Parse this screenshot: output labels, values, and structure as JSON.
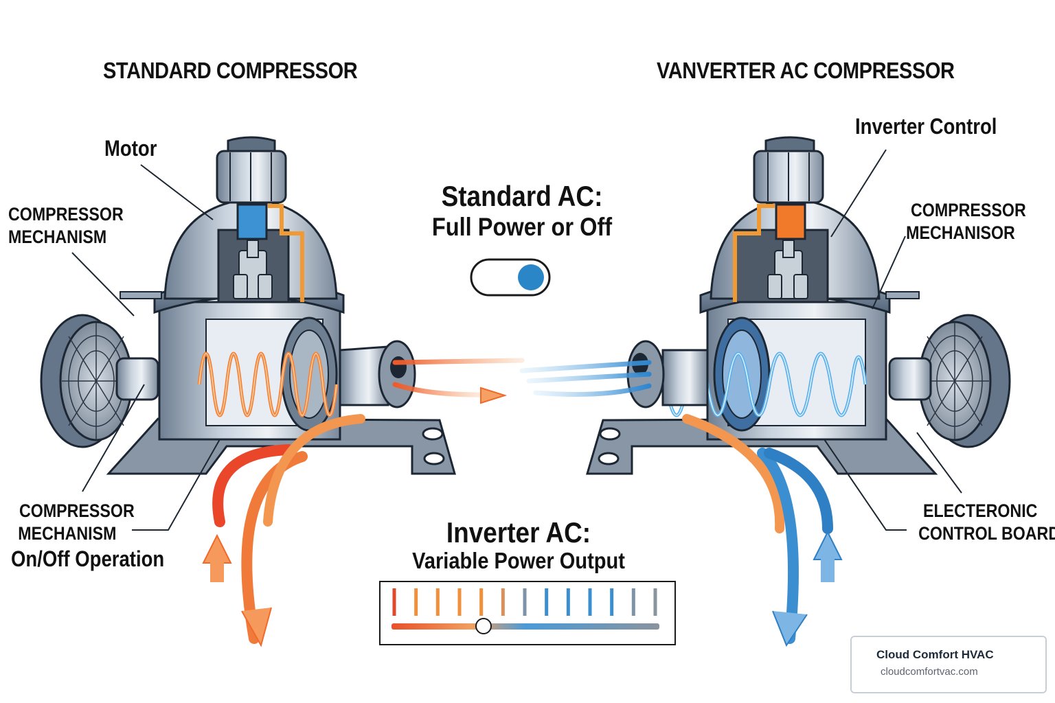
{
  "left_unit": {
    "title": "STANDARD COMPRESSOR",
    "label_motor": "Motor",
    "label_mechanism_top": [
      "COMPRESSOR",
      "MECHANISM"
    ],
    "label_mechanism_bottom": [
      "COMPRESSOR",
      "MECHANISM"
    ],
    "label_operation": "On/Off Operation",
    "flow_color": "#f26a2a"
  },
  "right_unit": {
    "title": "VANVERTER AC COMPRESSOR",
    "label_control": "Inverter Control",
    "label_mechanism": [
      "COMPRESSOR",
      "MECHANISOR"
    ],
    "label_board": [
      "ELECTERONIC",
      "CONTROL BOARD"
    ],
    "flow_color": "#3b8fd0"
  },
  "standard_panel": {
    "title": "Standard AC:",
    "subtitle": "Full Power or Off",
    "toggle_state": "on",
    "toggle_color": "#2b86c8"
  },
  "inverter_panel": {
    "title": "Inverter AC:",
    "subtitle": "Variable Power Output",
    "tick_count": 13,
    "slider_level": 0.3
  },
  "brand": {
    "name": "Cloud Comfort HVAC",
    "url": "cloudcomfortvac.com",
    "logo_icon": "cloud-logo-icon"
  }
}
